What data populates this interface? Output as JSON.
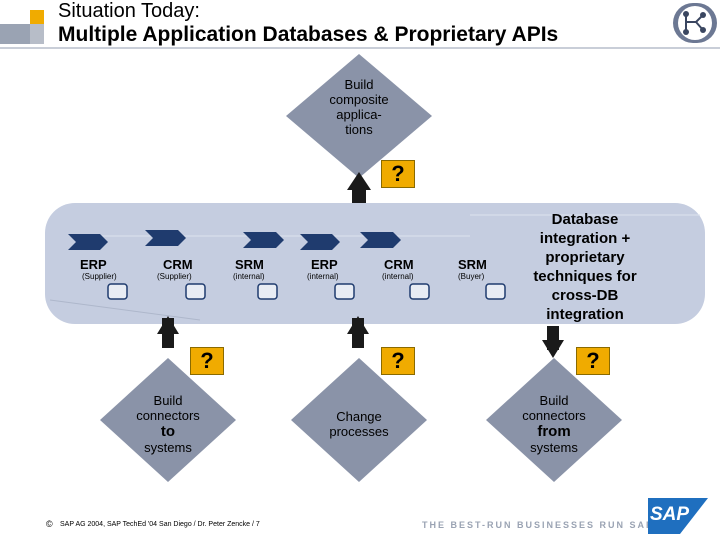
{
  "header": {
    "title_line1": "Situation Today:",
    "title_line2": "Multiple Application Databases & Proprietary APIs"
  },
  "top_diamond": {
    "lines": [
      "Build",
      "composite",
      "applica-",
      "tions"
    ]
  },
  "question_mark": "?",
  "systems": [
    {
      "name": "ERP",
      "owner": "(Supplier)"
    },
    {
      "name": "CRM",
      "owner": "(Supplier)"
    },
    {
      "name": "SRM",
      "owner": "(internal)"
    },
    {
      "name": "ERP",
      "owner": "(internal)"
    },
    {
      "name": "CRM",
      "owner": "(internal)"
    },
    {
      "name": "SRM",
      "owner": "(Buyer)"
    }
  ],
  "side_text": {
    "lines": [
      "Database",
      "integration +",
      "proprietary",
      "techniques for",
      "cross-DB",
      "integration"
    ]
  },
  "bottom_left": {
    "line1": "Build",
    "line2": "connectors",
    "line3": "to",
    "line4": "systems"
  },
  "bottom_mid": {
    "line1": "Change",
    "line2": "processes"
  },
  "bottom_right": {
    "line1": "Build",
    "line2": "connectors",
    "line3": "from",
    "line4": "systems"
  },
  "footer": {
    "copyright": "SAP AG 2004, SAP TechEd '04 San Diego / Dr. Peter Zencke / 7",
    "tagline": "THE BEST-RUN BUSINESSES RUN SAP",
    "logo_text": "SAP"
  },
  "colors": {
    "band": "#c5cde0",
    "diamond": "#8a93a8",
    "diamond_dark": "#7a8398",
    "arrow_icon": "#1f3b6e",
    "question_bg": "#f0ab00",
    "sap_blue": "#1f6fbf"
  }
}
